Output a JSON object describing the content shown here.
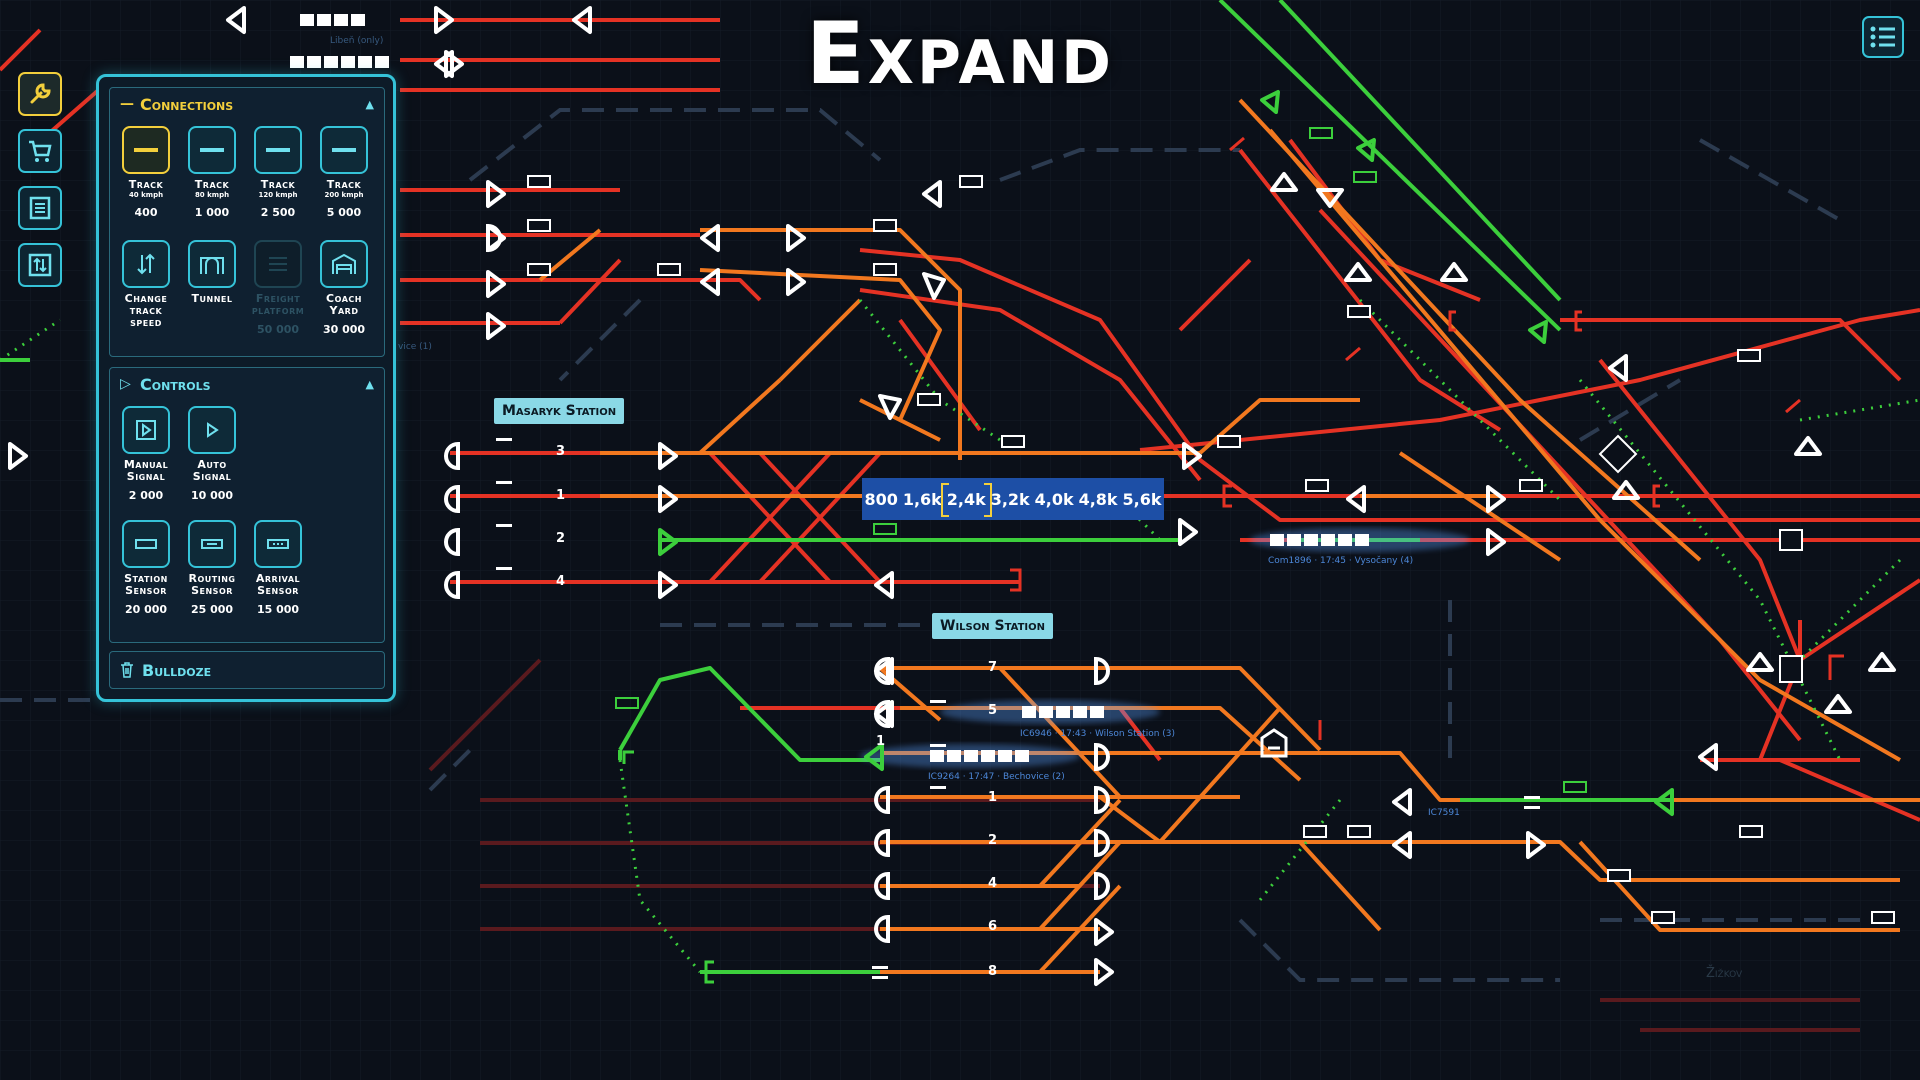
{
  "game": {
    "title": "Expand"
  },
  "tool_rail": [
    {
      "name": "build-tool",
      "icon": "wrench-icon",
      "active": true
    },
    {
      "name": "shop-tool",
      "icon": "cart-icon",
      "active": false
    },
    {
      "name": "schedule-tool",
      "icon": "timetable-icon",
      "active": false
    },
    {
      "name": "routing-tool",
      "icon": "route-swap-icon",
      "active": false
    }
  ],
  "menu_icon": "list-menu-icon",
  "build_panel": {
    "connections": {
      "title": "Connections",
      "items": [
        {
          "name": "Track",
          "sub": "40 kmph",
          "price": "400",
          "icon": "track-icon",
          "selected": true
        },
        {
          "name": "Track",
          "sub": "80 kmph",
          "price": "1 000",
          "icon": "track-icon"
        },
        {
          "name": "Track",
          "sub": "120 kmph",
          "price": "2 500",
          "icon": "track-icon"
        },
        {
          "name": "Track",
          "sub": "200 kmph",
          "price": "5 000",
          "icon": "track-icon"
        },
        {
          "name": "Change track speed",
          "sub": "",
          "price": "",
          "icon": "change-speed-icon"
        },
        {
          "name": "Tunnel",
          "sub": "",
          "price": "",
          "icon": "tunnel-icon"
        },
        {
          "name": "Freight platform",
          "sub": "",
          "price": "50 000",
          "icon": "freight-platform-icon",
          "disabled": true
        },
        {
          "name": "Coach Yard",
          "sub": "",
          "price": "30 000",
          "icon": "coach-yard-icon"
        }
      ]
    },
    "controls": {
      "title": "Controls",
      "items": [
        {
          "name": "Manual Signal",
          "price": "2 000",
          "icon": "manual-signal-icon"
        },
        {
          "name": "Auto Signal",
          "price": "10 000",
          "icon": "auto-signal-icon"
        },
        {
          "name": "Station Sensor",
          "price": "20 000",
          "icon": "station-sensor-icon"
        },
        {
          "name": "Routing Sensor",
          "price": "25 000",
          "icon": "routing-sensor-icon"
        },
        {
          "name": "Arrival Sensor",
          "price": "15 000",
          "icon": "arrival-sensor-icon"
        }
      ]
    },
    "bulldoze": {
      "label": "Bulldoze",
      "icon": "trash-icon"
    }
  },
  "stations": [
    {
      "name": "Masaryk Station",
      "platforms": [
        "3",
        "1",
        "2",
        "4"
      ]
    },
    {
      "name": "Wilson Station",
      "platforms": [
        "7",
        "5",
        "1",
        "1",
        "2",
        "4",
        "6",
        "8"
      ]
    }
  ],
  "speed_selector": {
    "options": [
      "800",
      "1,6k",
      "2,4k",
      "3,2k",
      "4,0k",
      "4,8k",
      "5,6k"
    ],
    "selected": "2,4k"
  },
  "trains": [
    {
      "label": "Com1896 · 17:45 · Vysočany (4)"
    },
    {
      "label": "IC6946 · 17:43 · Wilson Station (3)"
    },
    {
      "label": "IC9264 · 17:47 · Bechovice (2)"
    },
    {
      "label": "IC7591"
    }
  ],
  "faint_labels": [
    "Libeň (only)",
    "vice (1)",
    "Žižkov"
  ],
  "colors": {
    "background": "#0b1019",
    "track_red": "#e53224",
    "track_orange": "#f2781f",
    "track_green": "#3ccf3c",
    "panel_border": "#35c3d8",
    "accent_yellow": "#f3cf3c",
    "speed_bar": "#1d4fa6"
  }
}
